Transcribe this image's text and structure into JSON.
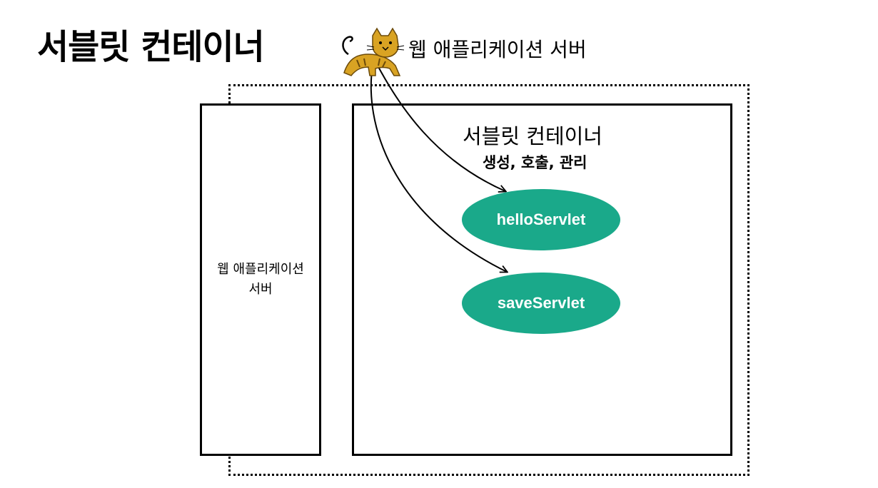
{
  "title": "서블릿 컨테이너",
  "web_server": {
    "icon": "tomcat-logo-icon",
    "label": "웹 애플리케이션 서버"
  },
  "web_app_box": {
    "label_line1": "웹 애플리케이션",
    "label_line2": "서버"
  },
  "container": {
    "label": "서블릿 컨테이너",
    "sublabel": "생성, 호출, 관리"
  },
  "servlets": [
    {
      "name": "helloServlet"
    },
    {
      "name": "saveServlet"
    }
  ],
  "colors": {
    "servlet_fill": "#1aa98a",
    "border": "#000000",
    "tomcat_body": "#d9a323"
  }
}
